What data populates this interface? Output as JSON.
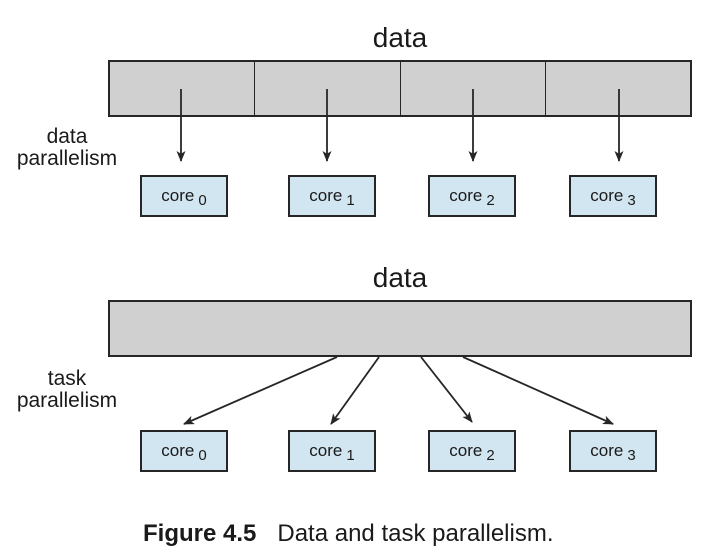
{
  "palette": {
    "bar_fill": "#d0d0d0",
    "core_fill": "#d2e6f1",
    "stroke": "#262626",
    "text": "#1a1a1a",
    "background": "#ffffff"
  },
  "top_diagram": {
    "title": "data",
    "side_label_line1": "data",
    "side_label_line2": "parallelism",
    "cores": [
      {
        "name": "core",
        "sub": "0"
      },
      {
        "name": "core",
        "sub": "1"
      },
      {
        "name": "core",
        "sub": "2"
      },
      {
        "name": "core",
        "sub": "3"
      }
    ]
  },
  "bottom_diagram": {
    "title": "data",
    "side_label_line1": "task",
    "side_label_line2": "parallelism",
    "cores": [
      {
        "name": "core",
        "sub": "0"
      },
      {
        "name": "core",
        "sub": "1"
      },
      {
        "name": "core",
        "sub": "2"
      },
      {
        "name": "core",
        "sub": "3"
      }
    ]
  },
  "caption": {
    "label": "Figure 4.5",
    "text": "Data and task parallelism."
  }
}
